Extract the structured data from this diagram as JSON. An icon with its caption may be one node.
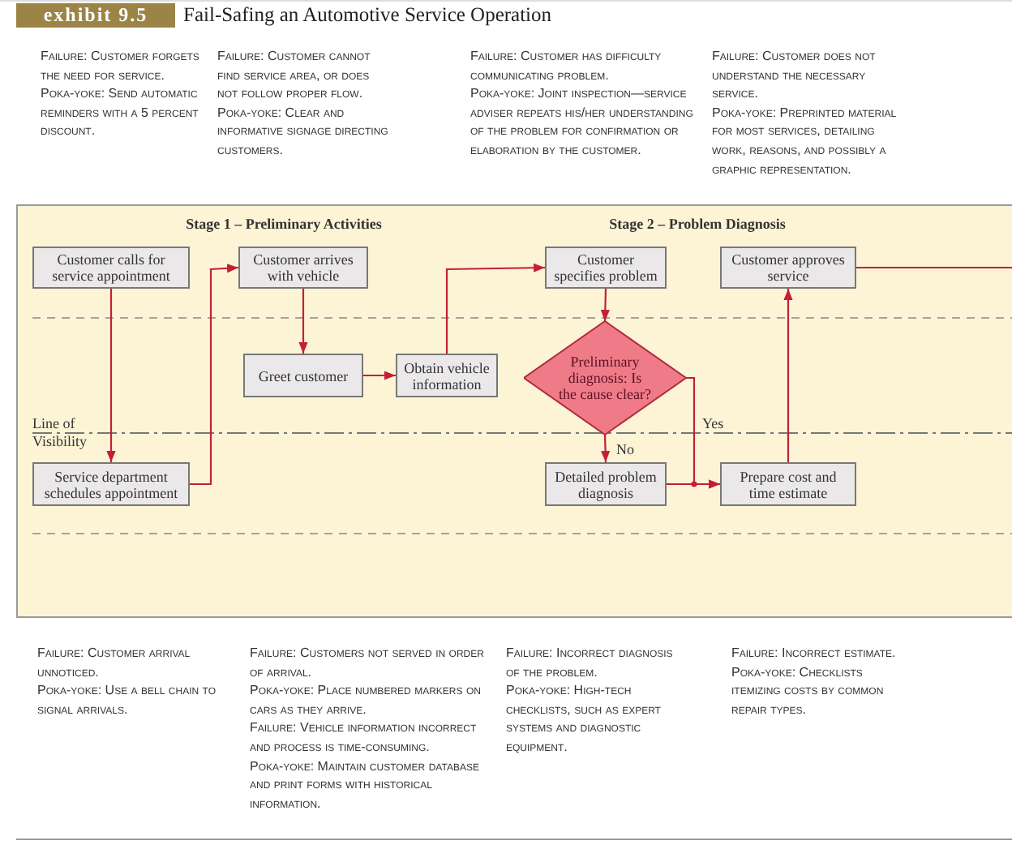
{
  "diagram": {
    "title": "Fail-Safing an Automotive Service Operation",
    "nodes": [
      {
        "text": [
          "Customer calls for service appointment"
        ]
      },
      {
        "text": [
          "Customer arrives with vehicle"
        ]
      },
      {
        "text": [
          "Customer specifies problem"
        ]
      },
      {
        "text": [
          "Customer approves service"
        ]
      },
      {
        "text": [
          "Greet customer"
        ]
      },
      {
        "text": [
          "Obtain vehicle information"
        ]
      },
      {
        "text": [
          "Preliminary diagnosis: Is the cause clear?"
        ]
      },
      {
        "text": [
          "Service department schedules appointment"
        ]
      },
      {
        "text": [
          "Detailed problem diagnosis"
        ]
      },
      {
        "text": [
          "Prepare cost and time estimate"
        ]
      }
    ],
    "edges": [
      {
        "from": 0,
        "to": 7,
        "arrow": "to"
      },
      {
        "from": 7,
        "to": 1,
        "arrow": "to"
      },
      {
        "from": 1,
        "to": 4,
        "arrow": "to"
      },
      {
        "from": 4,
        "to": 5,
        "arrow": "to"
      },
      {
        "from": 5,
        "to": 2,
        "arrow": "to"
      },
      {
        "from": 2,
        "to": 6,
        "arrow": "to"
      },
      {
        "from": 6,
        "to": 8,
        "arrow": "to",
        "label": "No"
      },
      {
        "from": 6,
        "to": 9,
        "arrow": "to",
        "label": "Yes"
      },
      {
        "from": 8,
        "to": 9,
        "arrow": "to"
      },
      {
        "from": 9,
        "to": 3,
        "arrow": "to"
      },
      {
        "from": 3,
        "to": null,
        "arrow": "none"
      }
    ],
    "labels": [
      "exhibit 9.5",
      "Failure: Customer forgets the need for service.",
      "Poka-yoke: Send automatic reminders with a 5 percent discount.",
      "Failure: Customer cannot find service area, or does not follow proper flow.",
      "Poka-yoke: Clear and informative signage directing customers.",
      "Failure: Customer has difficulty communicating problem.",
      "Poka-yoke: Joint inspection—service adviser repeats his/her understanding of the problem for confirmation or elaboration by the customer.",
      "Failure: Customer does not understand the necessary service.",
      "Poka-yoke: Preprinted material for most services, detailing work, reasons, and possibly a graphic representation.",
      "Stage 1 – Preliminary Activities",
      "Stage 2 – Problem Diagnosis",
      "Line of Visibility",
      "Failure: Customer arrival unnoticed.",
      "Poka-yoke: Use a bell chain to signal arrivals.",
      "Failure: Customers not served in order of arrival.",
      "Poka-yoke: Place numbered markers on cars as they arrive.",
      "Failure: Vehicle information incorrect and process is time-consuming.",
      "Poka-yoke: Maintain customer database and print forms with historical information.",
      "Failure: Incorrect diagnosis of the problem.",
      "Poka-yoke: High-tech checklists, such as expert systems and diagnostic equipment.",
      "Failure: Incorrect estimate.",
      "Poka-yoke: Checklists itemizing costs by common repair types."
    ]
  }
}
